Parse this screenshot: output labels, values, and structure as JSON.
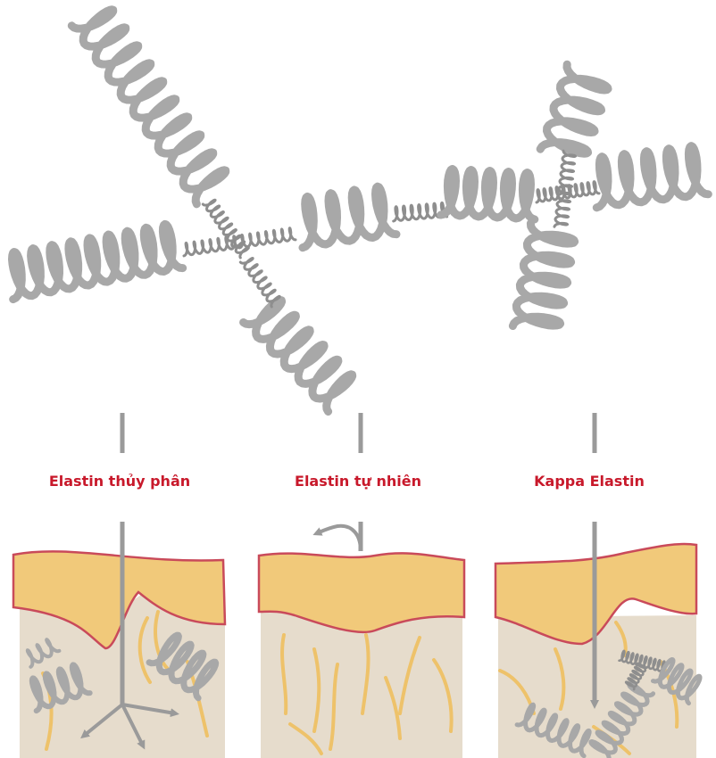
{
  "colors": {
    "label_red": "#c8192b",
    "spring_gray": "#a8a8a8",
    "spring_dark": "#8e8e8e",
    "skin_top": "#f1c97a",
    "skin_border": "#c94a5a",
    "dermis": "#e6dccc",
    "fiber": "#eec26a",
    "arrow_gray": "#9a9a9a"
  },
  "panels": [
    {
      "label": "Elastin thủy phân"
    },
    {
      "label": "Elastin tự nhiên"
    },
    {
      "label": "Kappa Elastin"
    }
  ]
}
